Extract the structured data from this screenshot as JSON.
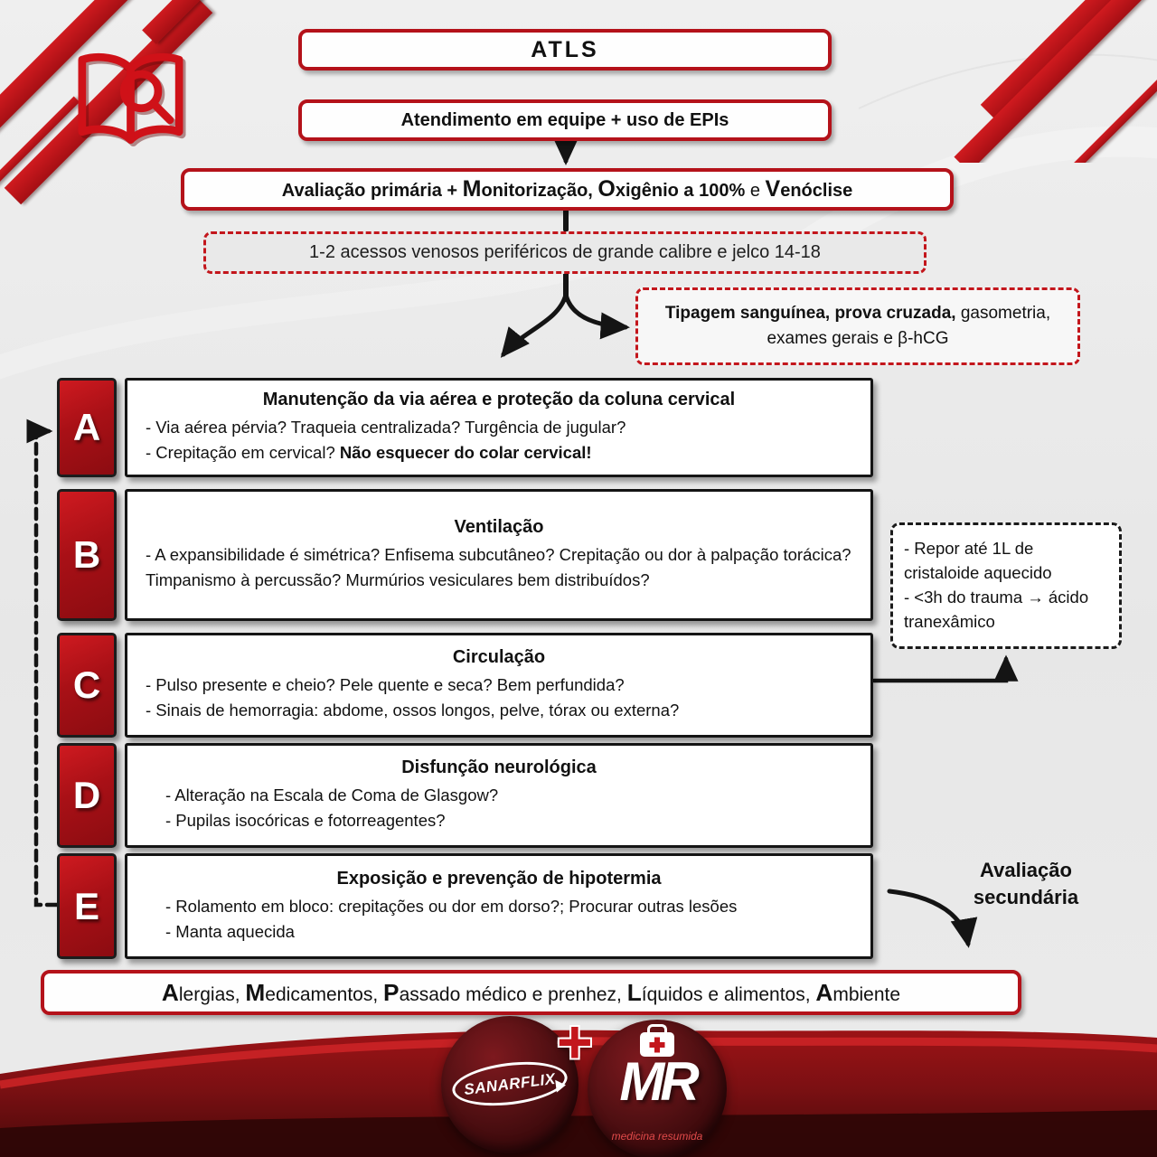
{
  "header": {
    "title": "ATLS"
  },
  "flow": {
    "team": "Atendimento em equipe + uso de EPIs",
    "primary": [
      {
        "text": "Avaliação primária + ",
        "bold": true
      },
      {
        "text": "M",
        "bold": true,
        "big": true
      },
      {
        "text": "onitorização, ",
        "bold": true
      },
      {
        "text": "O",
        "bold": true,
        "big": true
      },
      {
        "text": "xigênio a 100% ",
        "bold": true
      },
      {
        "text": "e ",
        "bold": false
      },
      {
        "text": "V",
        "bold": true,
        "big": true
      },
      {
        "text": "enóclise",
        "bold": true
      }
    ],
    "access": "1-2 acessos venosos periféricos de grande calibre e jelco 14-18",
    "labs": [
      {
        "text": "Tipagem sanguínea, prova cruzada, ",
        "bold": true
      },
      {
        "text": "gasometria, exames gerais e β-hCG",
        "bold": false
      }
    ]
  },
  "rows": [
    {
      "letter": "A",
      "title": "Manutenção da via aérea e proteção da coluna cervical",
      "lines": [
        [
          {
            "text": "- Via aérea pérvia? Traqueia centralizada? Turgência de jugular?"
          }
        ],
        [
          {
            "text": "- Crepitação em cervical? "
          },
          {
            "text": "Não esquecer do colar cervical!",
            "bold": true
          }
        ]
      ]
    },
    {
      "letter": "B",
      "title": "Ventilação",
      "lines": [
        [
          {
            "text": "- A expansibilidade é simétrica? Enfisema subcutâneo? Crepitação ou dor à palpação torácica? Timpanismo à percussão? Murmúrios vesiculares bem distribuídos?"
          }
        ]
      ]
    },
    {
      "letter": "C",
      "title": "Circulação",
      "lines": [
        [
          {
            "text": "- Pulso presente e cheio? Pele quente e seca? Bem perfundida?"
          }
        ],
        [
          {
            "text": "- Sinais de hemorragia: abdome, ossos longos, pelve, tórax ou externa?"
          }
        ]
      ]
    },
    {
      "letter": "D",
      "title": "Disfunção neurológica",
      "lines": [
        [
          {
            "text": "- Alteração na Escala de Coma de Glasgow?"
          }
        ],
        [
          {
            "text": "- Pupilas isocóricas e fotorreagentes?"
          }
        ]
      ]
    },
    {
      "letter": "E",
      "title": "Exposição e prevenção de hipotermia",
      "lines": [
        [
          {
            "text": "- Rolamento em bloco: crepitações ou dor em dorso?; Procurar outras lesões"
          }
        ],
        [
          {
            "text": "- Manta aquecida"
          }
        ]
      ]
    }
  ],
  "side_note": {
    "lines": [
      "- Repor até 1L de cristaloide aquecido",
      "- <3h do trauma → ácido tranexâmico"
    ]
  },
  "secondary": {
    "line1": "Avaliação",
    "line2": "secundária"
  },
  "ampla": [
    {
      "text": "A",
      "bold": true,
      "big": true
    },
    {
      "text": "lergias, "
    },
    {
      "text": "M",
      "bold": true,
      "big": true
    },
    {
      "text": "edicamentos, "
    },
    {
      "text": "P",
      "bold": true,
      "big": true
    },
    {
      "text": "assado médico e prenhez, "
    },
    {
      "text": "L",
      "bold": true,
      "big": true
    },
    {
      "text": "íquidos e alimentos, "
    },
    {
      "text": "A",
      "bold": true,
      "big": true
    },
    {
      "text": "mbiente"
    }
  ],
  "footer": {
    "sanarflix": "SANARFLIX",
    "plus": "+",
    "mr": "MR",
    "mr_tagline": "medicina resumida"
  }
}
